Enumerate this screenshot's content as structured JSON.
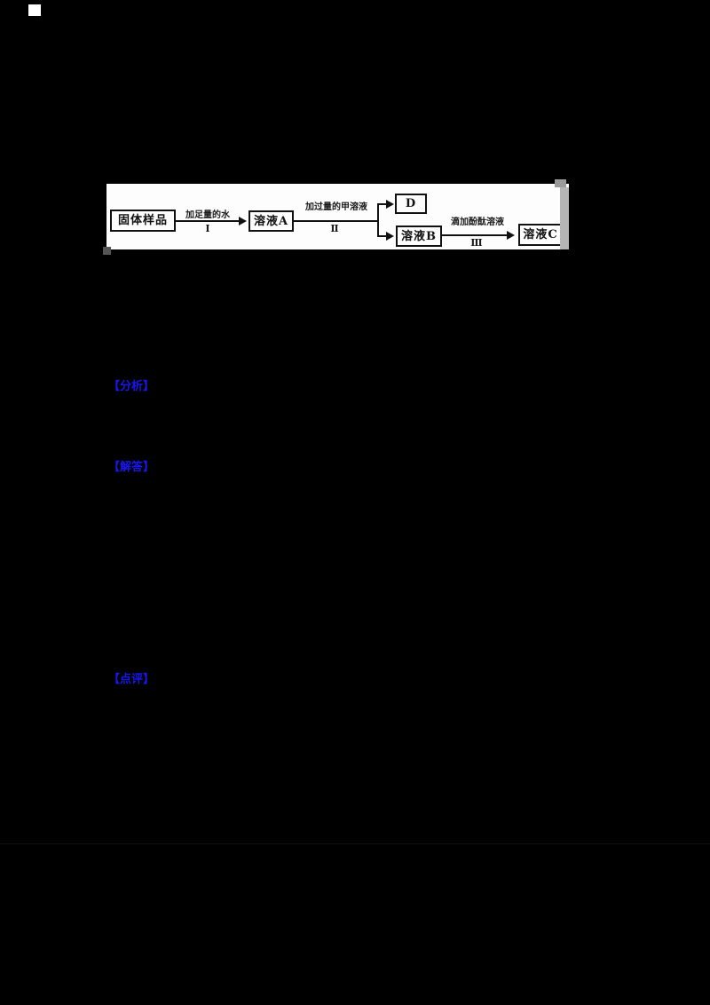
{
  "page": {
    "background": "#000000",
    "divider_color": "#111111",
    "corner_artifact_color": "#ffffff"
  },
  "diagram": {
    "description": "chemistry-experiment-flowchart",
    "background": "#fdfdfd",
    "ink_color": "#111111",
    "scrollbar_color": "#b5b5b5",
    "nodes": {
      "solid_sample": "固体样品",
      "solution_a": "溶液A",
      "product_d": "D",
      "solution_b": "溶液B",
      "solution_c": "溶液C"
    },
    "steps": {
      "step1": {
        "label": "加足量的水",
        "numeral": "Ⅰ"
      },
      "step2": {
        "label": "加过量的甲溶液",
        "numeral": "Ⅱ"
      },
      "step3": {
        "label": "滴加酚酞溶液",
        "numeral": "Ⅲ"
      }
    }
  },
  "sections": {
    "analysis": {
      "label": "【分析】"
    },
    "answer": {
      "label": "【解答】"
    },
    "comment": {
      "label": "【点评】"
    }
  },
  "colors": {
    "section_label": "#1717ee"
  }
}
